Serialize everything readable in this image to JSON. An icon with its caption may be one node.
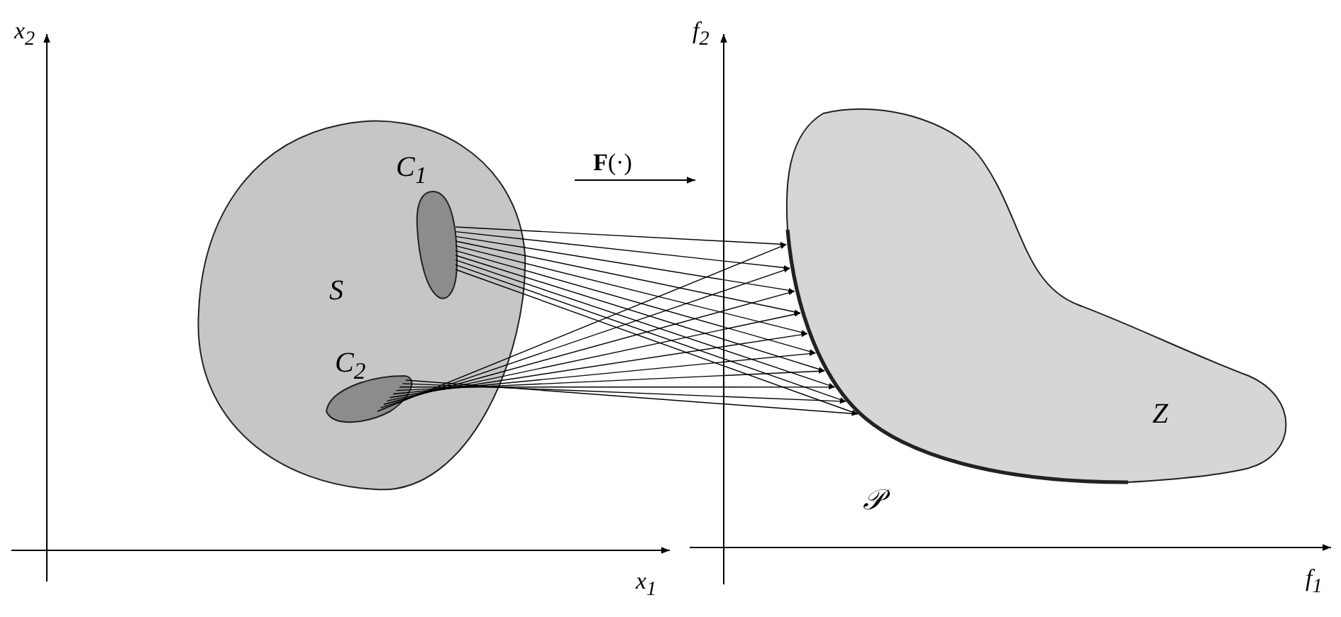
{
  "diagram": {
    "nodes": [
      {
        "text": [
          "S"
        ]
      },
      {
        "text": [
          "C$_{1}$"
        ],
        "in": 0
      },
      {
        "text": [
          "C$_{2}$"
        ],
        "in": 0
      },
      {
        "text": [
          "Z"
        ]
      },
      {
        "text": [
          "𝒫"
        ]
      }
    ],
    "edges": [
      {
        "from": 1,
        "to": 4,
        "arrow": "to"
      },
      {
        "from": 1,
        "to": 4,
        "arrow": "to"
      },
      {
        "from": 1,
        "to": 4,
        "arrow": "to"
      },
      {
        "from": 1,
        "to": 4,
        "arrow": "to"
      },
      {
        "from": 1,
        "to": 4,
        "arrow": "to"
      },
      {
        "from": 1,
        "to": 4,
        "arrow": "to"
      },
      {
        "from": 1,
        "to": 4,
        "arrow": "to"
      },
      {
        "from": 1,
        "to": 4,
        "arrow": "to"
      },
      {
        "from": 1,
        "to": 4,
        "arrow": "to"
      },
      {
        "from": 1,
        "to": 4,
        "arrow": "to"
      },
      {
        "from": 2,
        "to": 4,
        "arrow": "to"
      },
      {
        "from": 2,
        "to": 4,
        "arrow": "to"
      },
      {
        "from": 2,
        "to": 4,
        "arrow": "to"
      },
      {
        "from": 2,
        "to": 4,
        "arrow": "to"
      },
      {
        "from": 2,
        "to": 4,
        "arrow": "to"
      },
      {
        "from": 2,
        "to": 4,
        "arrow": "to"
      },
      {
        "from": 2,
        "to": 4,
        "arrow": "to"
      },
      {
        "from": 2,
        "to": 4,
        "arrow": "to"
      },
      {
        "from": 2,
        "to": 4,
        "arrow": "to"
      },
      {
        "from": 2,
        "to": 4,
        "arrow": "to"
      }
    ],
    "labels": [
      "x$_{2}$",
      "f$_{2}$",
      "**F**(·)",
      "x$_{1}$",
      "f$_{1}$"
    ]
  }
}
